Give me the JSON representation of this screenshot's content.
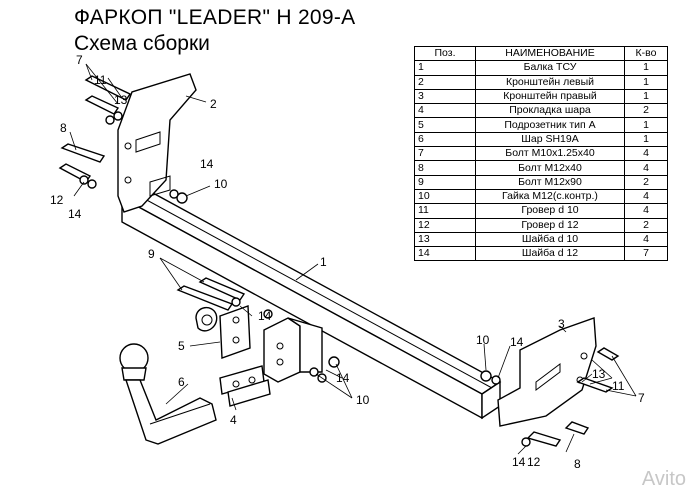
{
  "header": {
    "title": "ФАРКОП \"LEADER\" Н 209-А",
    "subtitle": "Схема сборки"
  },
  "table": {
    "headers": [
      "Поз.",
      "НАИМЕНОВАНИЕ",
      "К-во"
    ],
    "rows": [
      [
        "1",
        "Балка ТСУ",
        "1"
      ],
      [
        "2",
        "Кронштейн левый",
        "1"
      ],
      [
        "3",
        "Кронштейн правый",
        "1"
      ],
      [
        "4",
        "Прокладка шара",
        "2"
      ],
      [
        "5",
        "Подрозетник тип А",
        "1"
      ],
      [
        "6",
        "Шар SH19A",
        "1"
      ],
      [
        "7",
        "Болт M10x1.25x40",
        "4"
      ],
      [
        "8",
        "Болт M12x40",
        "4"
      ],
      [
        "9",
        "Болт M12x90",
        "2"
      ],
      [
        "10",
        "Гайка M12(с.контр.)",
        "4"
      ],
      [
        "11",
        "Гровер d 10",
        "4"
      ],
      [
        "12",
        "Гровер d 12",
        "2"
      ],
      [
        "13",
        "Шайба d 10",
        "4"
      ],
      [
        "14",
        "Шайба d 12",
        "7"
      ]
    ]
  },
  "callouts": {
    "n1": "1",
    "n2": "2",
    "n3": "3",
    "n4": "4",
    "n5": "5",
    "n6": "6",
    "n7": "7",
    "n8": "8",
    "n9": "9",
    "n10": "10",
    "n11": "11",
    "n12": "12",
    "n13": "13",
    "n14": "14"
  },
  "watermark": "Avito",
  "colors": {
    "line": "#000000",
    "background": "#ffffff",
    "watermark": "#c7c7c7"
  }
}
